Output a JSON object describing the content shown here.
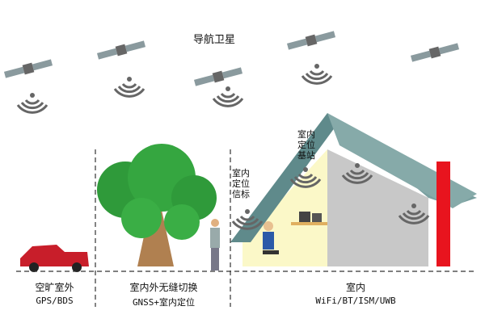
{
  "title": "导航卫星",
  "labels": {
    "base_station": "室内定位基站",
    "beacon": "室内定位信标"
  },
  "zones": [
    {
      "name": "空旷室外",
      "tech": "GPS/BDS"
    },
    {
      "name": "室内外无缝切换",
      "tech": "GNSS+室内定位"
    },
    {
      "name": "室内",
      "tech": "WiFi/BT/ISM/UWB"
    }
  ],
  "colors": {
    "roof": "#5f8a8b",
    "wall": "#fbf8c8",
    "chimney": "#e8141e",
    "tree": "#2f9a3a",
    "car": "#c81e2a"
  }
}
